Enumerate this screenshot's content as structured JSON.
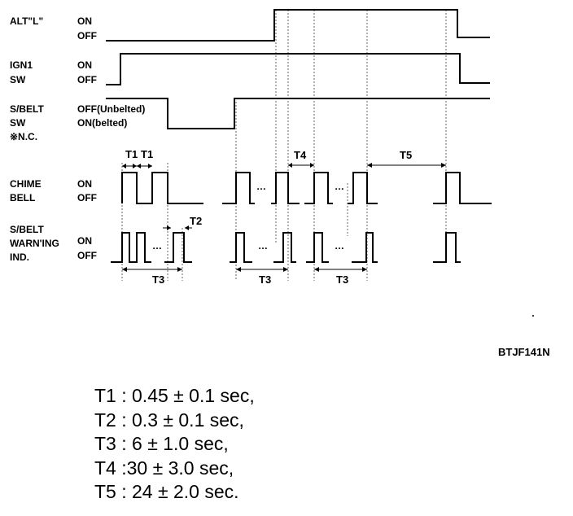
{
  "signals": [
    {
      "name": "ALT\"L\"",
      "states": [
        "ON",
        "OFF"
      ]
    },
    {
      "name": "IGN1\nSW",
      "states": [
        "ON",
        "OFF"
      ]
    },
    {
      "name": "S/BELT\nSW\n※N.C.",
      "states": [
        "OFF(Unbelted)",
        "ON(belted)"
      ]
    },
    {
      "name": "CHIME\nBELL",
      "states": [
        "ON",
        "OFF"
      ]
    },
    {
      "name": "S/BELT\nWARN'ING\nIND.",
      "states": [
        "ON",
        "OFF"
      ]
    }
  ],
  "intervals": {
    "t1": "T1",
    "t2": "T2",
    "t3": "T3",
    "t4": "T4",
    "t5": "T5"
  },
  "figure_code": "BTJF141N",
  "legend": [
    "T1 : 0.45 ± 0.1 sec,",
    "T2 : 0.3 ± 0.1 sec,",
    "T3 : 6 ± 1.0 sec,",
    "T4 :30 ± 3.0 sec,",
    "T5 : 24 ± 2.0 sec."
  ]
}
